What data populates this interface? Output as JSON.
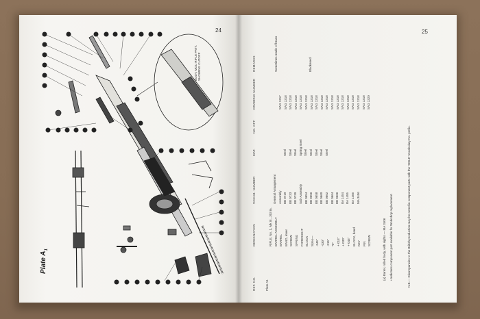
{
  "left_page": {
    "page_number": "24",
    "plate_title": "Plate A",
    "plate_subscript": "1",
    "inset_label": "BODY, MOU RIFLE PATT.\nSHOWING CUTOFF"
  },
  "right_page": {
    "page_number": "25",
    "columns": {
      "ref_no": "REF. NO.",
      "designation": "DESIGNATION",
      "vocab_number": "VOCAB. NUMBER",
      "mat": "MAT.",
      "no_off": "NO. OFF",
      "drawing_number": "DRAWING NUMBER",
      "remarks": "REMARKS"
    },
    "plate_ref": "Plate A1",
    "designations": [
      "RIFLE, No. 1, Mk III, .303 in.",
      "BARREL ASSEMBLY",
      "BARREL",
      "BAND, inner",
      "SCREW",
      "SPRING",
      "FORESIGHT",
      "BLOCK",
      "Sizes—",
      "·045\"",
      "·030\"",
      "·015\"",
      "\"0\"",
      "+·015\"",
      "+·030\"",
      "+·045\"",
      "BLOCK, band",
      "KEY",
      "PIN",
      "SCREW"
    ],
    "vocab_numbers": [
      "General Arrangement",
      "Assembly",
      "BB 0719",
      "BB 0733",
      "BB 0739",
      "Sub-Assembly",
      "BB 0654",
      "BB 0656",
      "BB 0658",
      "BB 0660",
      "BB 0662",
      "BB 0664",
      "BB 0666",
      "BA 1454",
      "BA 1455",
      "BA 1456",
      "MA 3406"
    ],
    "materials": [
      "Steel",
      "Steel",
      "Steel",
      "Spring Steel",
      "Steel",
      "Steel",
      "Steel",
      "Steel",
      "Steel"
    ],
    "drawing_numbers": [
      "SAG 1317",
      "SAG 1318",
      "SAG 1318",
      "SAG 1318",
      "SAG 1318",
      "SAG 1318",
      "SAG 1318",
      "SAG 1318",
      "SAG 1318",
      "SAG 1318",
      "SAG 1318",
      "SAG 1318",
      "SAG 1318",
      "SAG 1318",
      "SAG 1318",
      "SAG 1318",
      "SAG 1318",
      "SAG 1320"
    ],
    "remarks": [
      "Sometimes made of brass",
      "Blackened"
    ],
    "footnote_1": "(a) Barrel, rolled body, with sights — MA 3406",
    "footnote_2": "•   Indicates component part available for Workshop replacement.",
    "note": "N.B.— Discrepancies to the British production may be noted in component parts with the 'SMLE' Vocabulary No. prefix."
  }
}
